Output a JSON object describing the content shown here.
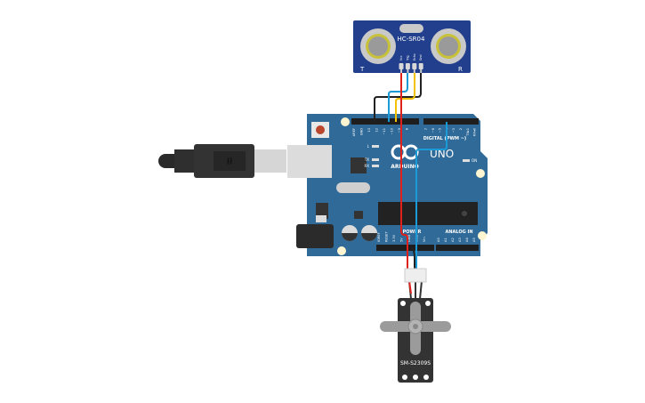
{
  "sensor": {
    "name": "HC-SR04",
    "pins": [
      "Vcc",
      "Trig",
      "Echo",
      "Gnd"
    ],
    "left_mark": "T",
    "right_mark": "R"
  },
  "arduino": {
    "logo": "ARDUINO",
    "model": "UNO",
    "digital_label": "DIGITAL (PWM ~)",
    "top_pins_left": [
      "AREF",
      "GND",
      "13",
      "12",
      "~11",
      "~10",
      "~9",
      "8"
    ],
    "top_pins_right": [
      "7",
      "~6",
      "~5",
      "4",
      "~3",
      "2",
      "TX▸1",
      "RX◂0"
    ],
    "power_label": "POWER",
    "analog_label": "ANALOG IN",
    "power_pins": [
      "IOREF",
      "RESET",
      "3.3V",
      "5V",
      "GND",
      "GND",
      "Vin"
    ],
    "analog_pins": [
      "A0",
      "A1",
      "A2",
      "A3",
      "A4",
      "A5"
    ],
    "led_labels": [
      "L",
      "TX",
      "RX"
    ],
    "on_label": "ON"
  },
  "servo": {
    "model": "SM-S2309S"
  },
  "colors": {
    "board": "#2f6a98",
    "sensor_board": "#213f8c",
    "wire_red": "#e0201b",
    "wire_blue": "#1a9ad6",
    "wire_yellow": "#f2c200",
    "wire_black": "#222222"
  }
}
